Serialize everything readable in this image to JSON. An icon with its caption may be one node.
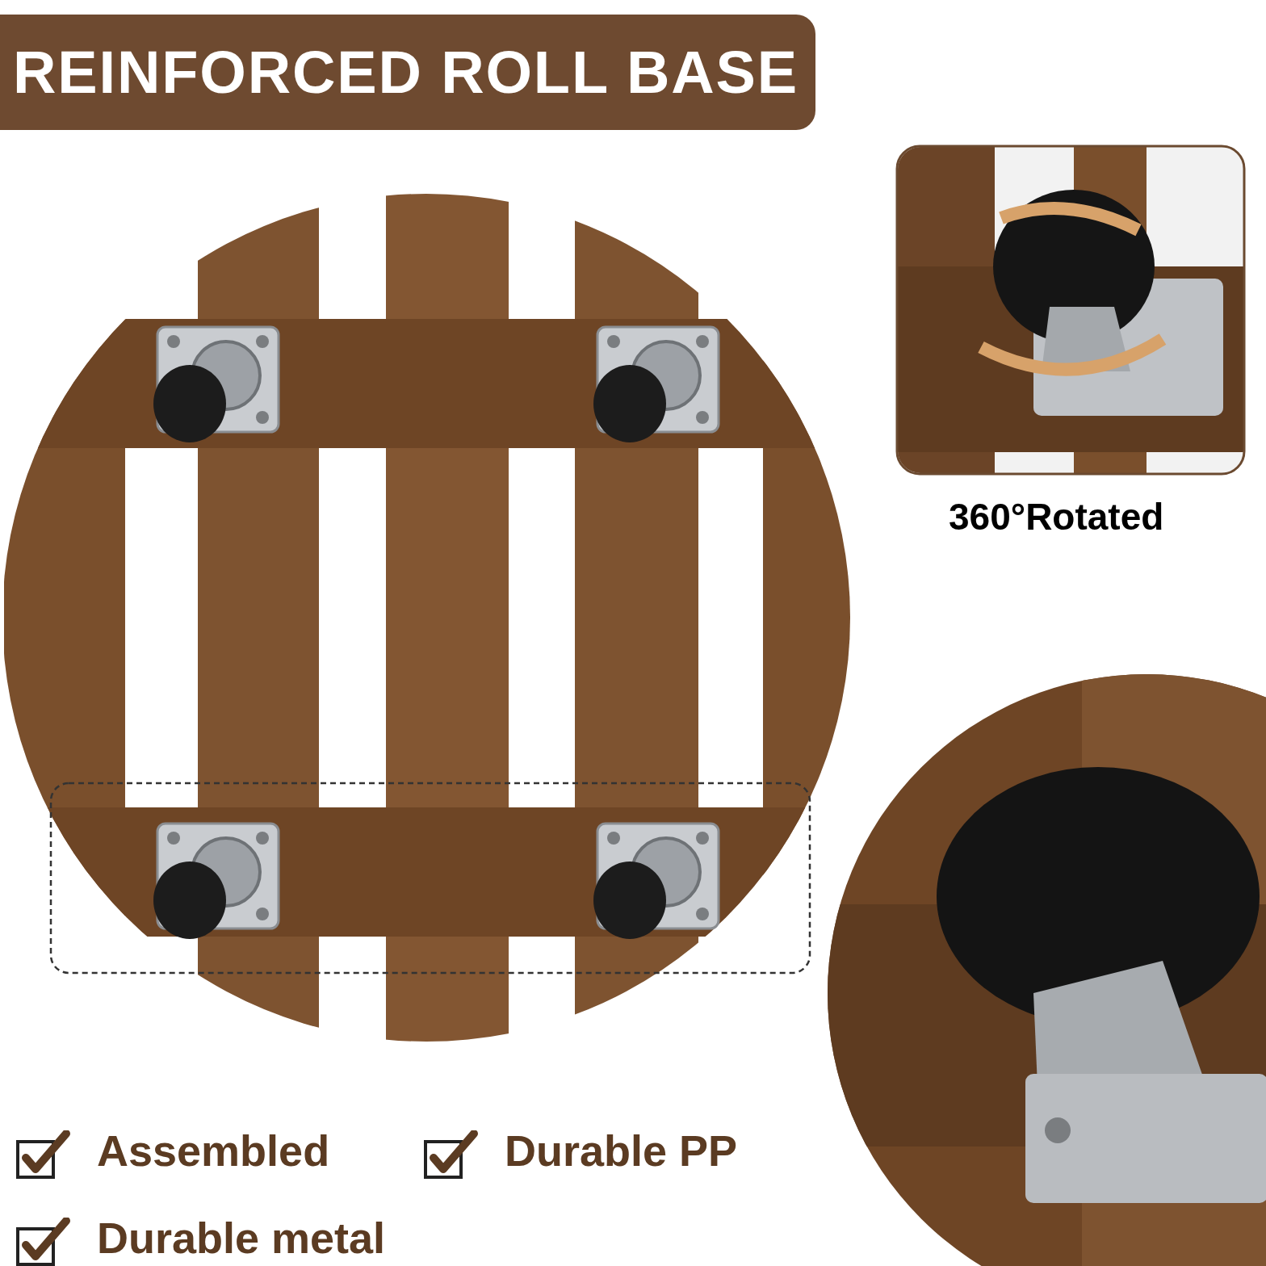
{
  "diagram": {
    "title": "REINFORCED ROLL BASE",
    "labels": [
      "360°Rotated",
      "Assembled",
      "Durable PP",
      "Durable metal"
    ]
  }
}
